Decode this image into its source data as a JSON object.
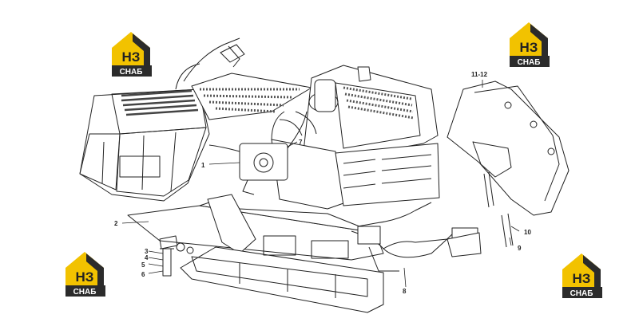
{
  "logos": [
    {
      "main": "НЗ",
      "sub": "СНАБ"
    },
    {
      "main": "НЗ",
      "sub": "СНАБ"
    },
    {
      "main": "НЗ",
      "sub": "СНАБ"
    },
    {
      "main": "НЗ",
      "sub": "СНАБ"
    }
  ],
  "colors": {
    "logo_gold": "#f2c200",
    "logo_dark": "#2b2b2b",
    "line": "#222222"
  },
  "callouts": [
    {
      "id": "1",
      "label": "1"
    },
    {
      "id": "2",
      "label": "2"
    },
    {
      "id": "3",
      "label": "3"
    },
    {
      "id": "4",
      "label": "4"
    },
    {
      "id": "5",
      "label": "5"
    },
    {
      "id": "6",
      "label": "6"
    },
    {
      "id": "7",
      "label": "7"
    },
    {
      "id": "8",
      "label": "8"
    },
    {
      "id": "9",
      "label": "9"
    },
    {
      "id": "10",
      "label": "10"
    },
    {
      "id": "11-12",
      "label": "11-12"
    }
  ]
}
